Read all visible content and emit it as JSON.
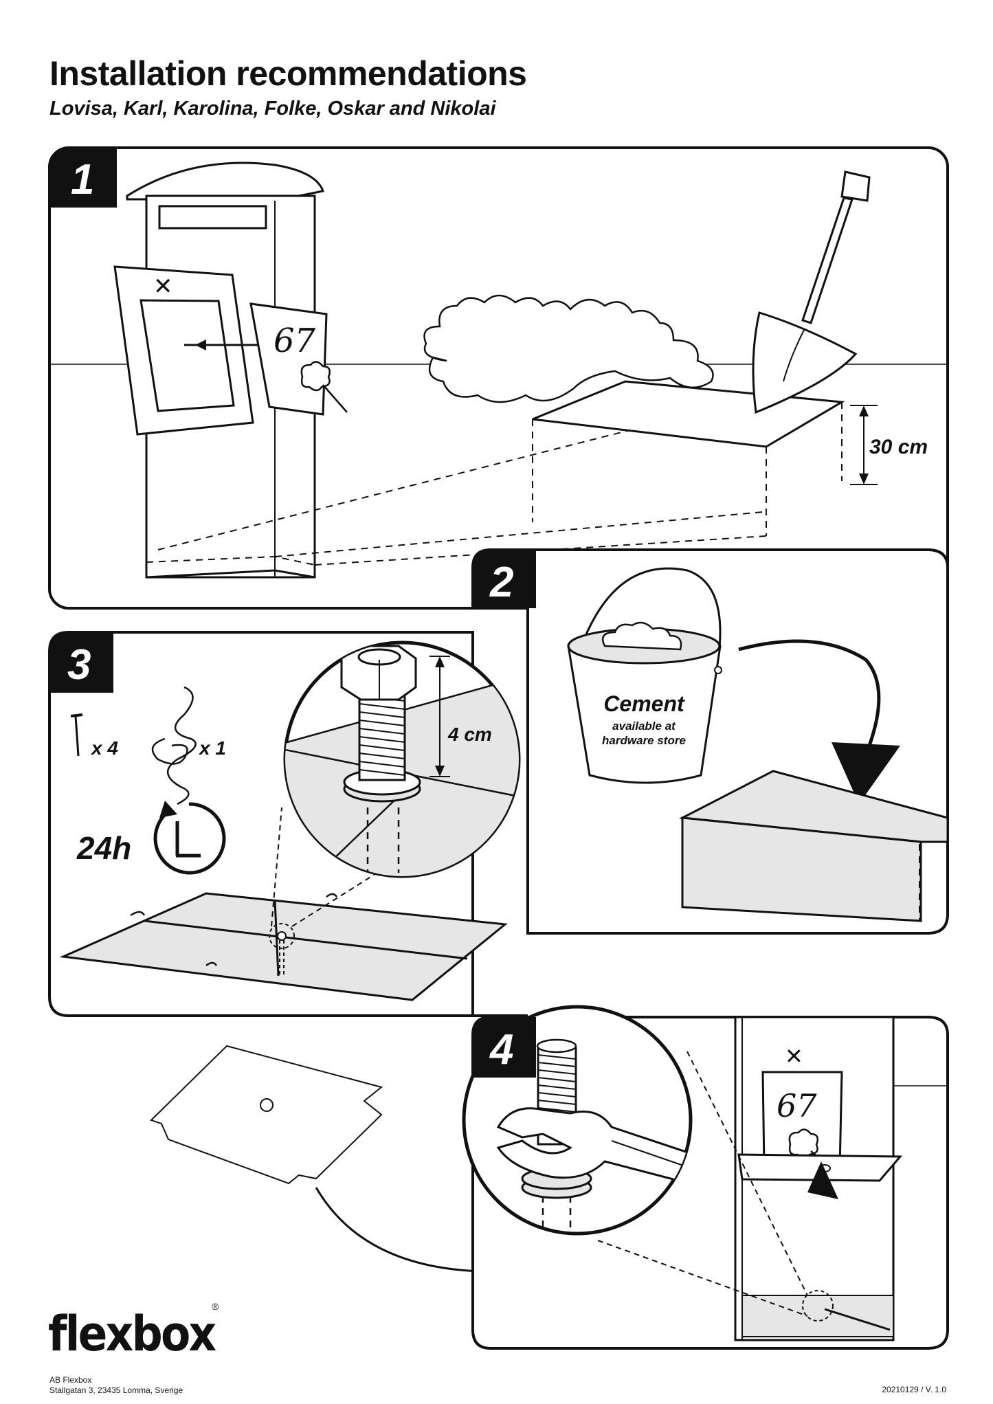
{
  "header": {
    "title": "Installation recommendations",
    "subtitle": "Lovisa, Karl, Karolina, Folke, Oskar and Nikolai"
  },
  "steps": [
    {
      "number": "1",
      "depth_label": "30 cm"
    },
    {
      "number": "2",
      "bucket_title": "Cement",
      "bucket_line1": "available at",
      "bucket_line2": "hardware store"
    },
    {
      "number": "3",
      "nails_count": "x 4",
      "wire_count": "x 1",
      "cure_time": "24h",
      "bolt_height": "4 cm"
    },
    {
      "number": "4"
    }
  ],
  "mailbox_number": "67",
  "footer": {
    "logo": "flexbox",
    "registered": "®",
    "company": "AB Flexbox",
    "address": "Stallgatan 3, 23435 Lomma, Sverige",
    "version": "20210129 / V. 1.0"
  },
  "colors": {
    "ink": "#111111",
    "fill_gray": "#e6e6e6",
    "paper": "#ffffff"
  }
}
